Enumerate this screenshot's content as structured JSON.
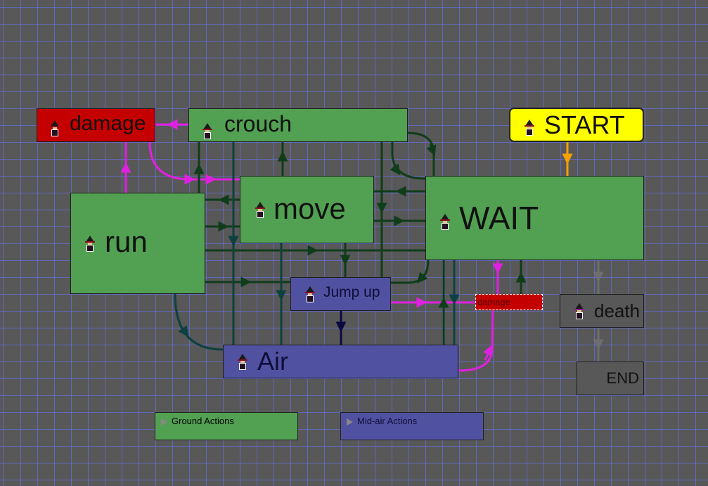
{
  "diagram": {
    "type": "state-machine",
    "nodes": {
      "damage_top": {
        "label": "damage",
        "category": "damage",
        "color": "#c40000",
        "icon": "witch-sprite-icon"
      },
      "crouch": {
        "label": "crouch",
        "category": "ground",
        "color": "#52a152",
        "icon": "witch-sprite-icon"
      },
      "start": {
        "label": "START",
        "category": "start",
        "color": "#ffff00",
        "icon": "witch-sprite-icon"
      },
      "move": {
        "label": "move",
        "category": "ground",
        "color": "#52a152",
        "icon": "witch-sprite-icon"
      },
      "run": {
        "label": "run",
        "category": "ground",
        "color": "#52a152",
        "icon": "witch-sprite-icon"
      },
      "wait": {
        "label": "WAIT",
        "category": "ground",
        "color": "#52a152",
        "icon": "witch-sprite-icon"
      },
      "jump_up": {
        "label": "Jump up",
        "category": "mid-air",
        "color": "#5151a2",
        "icon": "witch-sprite-icon"
      },
      "damage_small": {
        "label": "damage",
        "category": "damage",
        "color": "#c40000",
        "selected": true
      },
      "death": {
        "label": "death",
        "category": "terminal",
        "color": "#585858",
        "icon": "witch-sprite-icon"
      },
      "air": {
        "label": "Air",
        "category": "mid-air",
        "color": "#5151a2",
        "icon": "witch-sprite-icon"
      },
      "end": {
        "label": "END",
        "category": "terminal",
        "color": "#585858"
      }
    },
    "legend": [
      {
        "label": "Ground Actions",
        "color": "#52a152"
      },
      {
        "label": "Mid-air Actions",
        "color": "#5151a2"
      }
    ],
    "edge_colors": {
      "ground": "#0f3d1a",
      "air": "#0e4040",
      "jump": "#0a0a40",
      "damage": "#e020e0",
      "start": "#f5a000",
      "terminal": "#6e6e6e"
    },
    "edges": [
      {
        "from": "start",
        "to": "wait",
        "kind": "start"
      },
      {
        "from": "crouch",
        "to": "damage_top",
        "kind": "damage"
      },
      {
        "from": "run",
        "to": "damage_top",
        "kind": "damage"
      },
      {
        "from": "damage_top",
        "to": "move",
        "kind": "damage"
      },
      {
        "from": "run",
        "to": "crouch",
        "kind": "ground"
      },
      {
        "from": "move",
        "to": "crouch",
        "kind": "ground"
      },
      {
        "from": "crouch",
        "to": "wait",
        "kind": "ground"
      },
      {
        "from": "wait",
        "to": "crouch",
        "kind": "ground"
      },
      {
        "from": "move",
        "to": "run",
        "kind": "ground"
      },
      {
        "from": "run",
        "to": "move",
        "kind": "ground"
      },
      {
        "from": "wait",
        "to": "move",
        "kind": "ground"
      },
      {
        "from": "move",
        "to": "wait",
        "kind": "ground"
      },
      {
        "from": "run",
        "to": "wait",
        "kind": "ground"
      },
      {
        "from": "run",
        "to": "jump_up",
        "kind": "ground"
      },
      {
        "from": "move",
        "to": "jump_up",
        "kind": "ground"
      },
      {
        "from": "crouch",
        "to": "jump_up",
        "kind": "ground"
      },
      {
        "from": "wait",
        "to": "jump_up",
        "kind": "ground"
      },
      {
        "from": "crouch",
        "to": "air",
        "kind": "air"
      },
      {
        "from": "move",
        "to": "air",
        "kind": "air"
      },
      {
        "from": "run",
        "to": "air",
        "kind": "air"
      },
      {
        "from": "jump_up",
        "to": "air",
        "kind": "jump"
      },
      {
        "from": "air",
        "to": "wait",
        "kind": "ground"
      },
      {
        "from": "wait",
        "to": "air",
        "kind": "air"
      },
      {
        "from": "jump_up",
        "to": "damage_small",
        "kind": "damage"
      },
      {
        "from": "air",
        "to": "damage_small",
        "kind": "damage"
      },
      {
        "from": "wait",
        "to": "damage_small",
        "kind": "damage"
      },
      {
        "from": "damage_small",
        "to": "wait",
        "kind": "ground"
      },
      {
        "from": "wait",
        "to": "death",
        "kind": "terminal"
      },
      {
        "from": "death",
        "to": "end",
        "kind": "terminal"
      }
    ]
  }
}
